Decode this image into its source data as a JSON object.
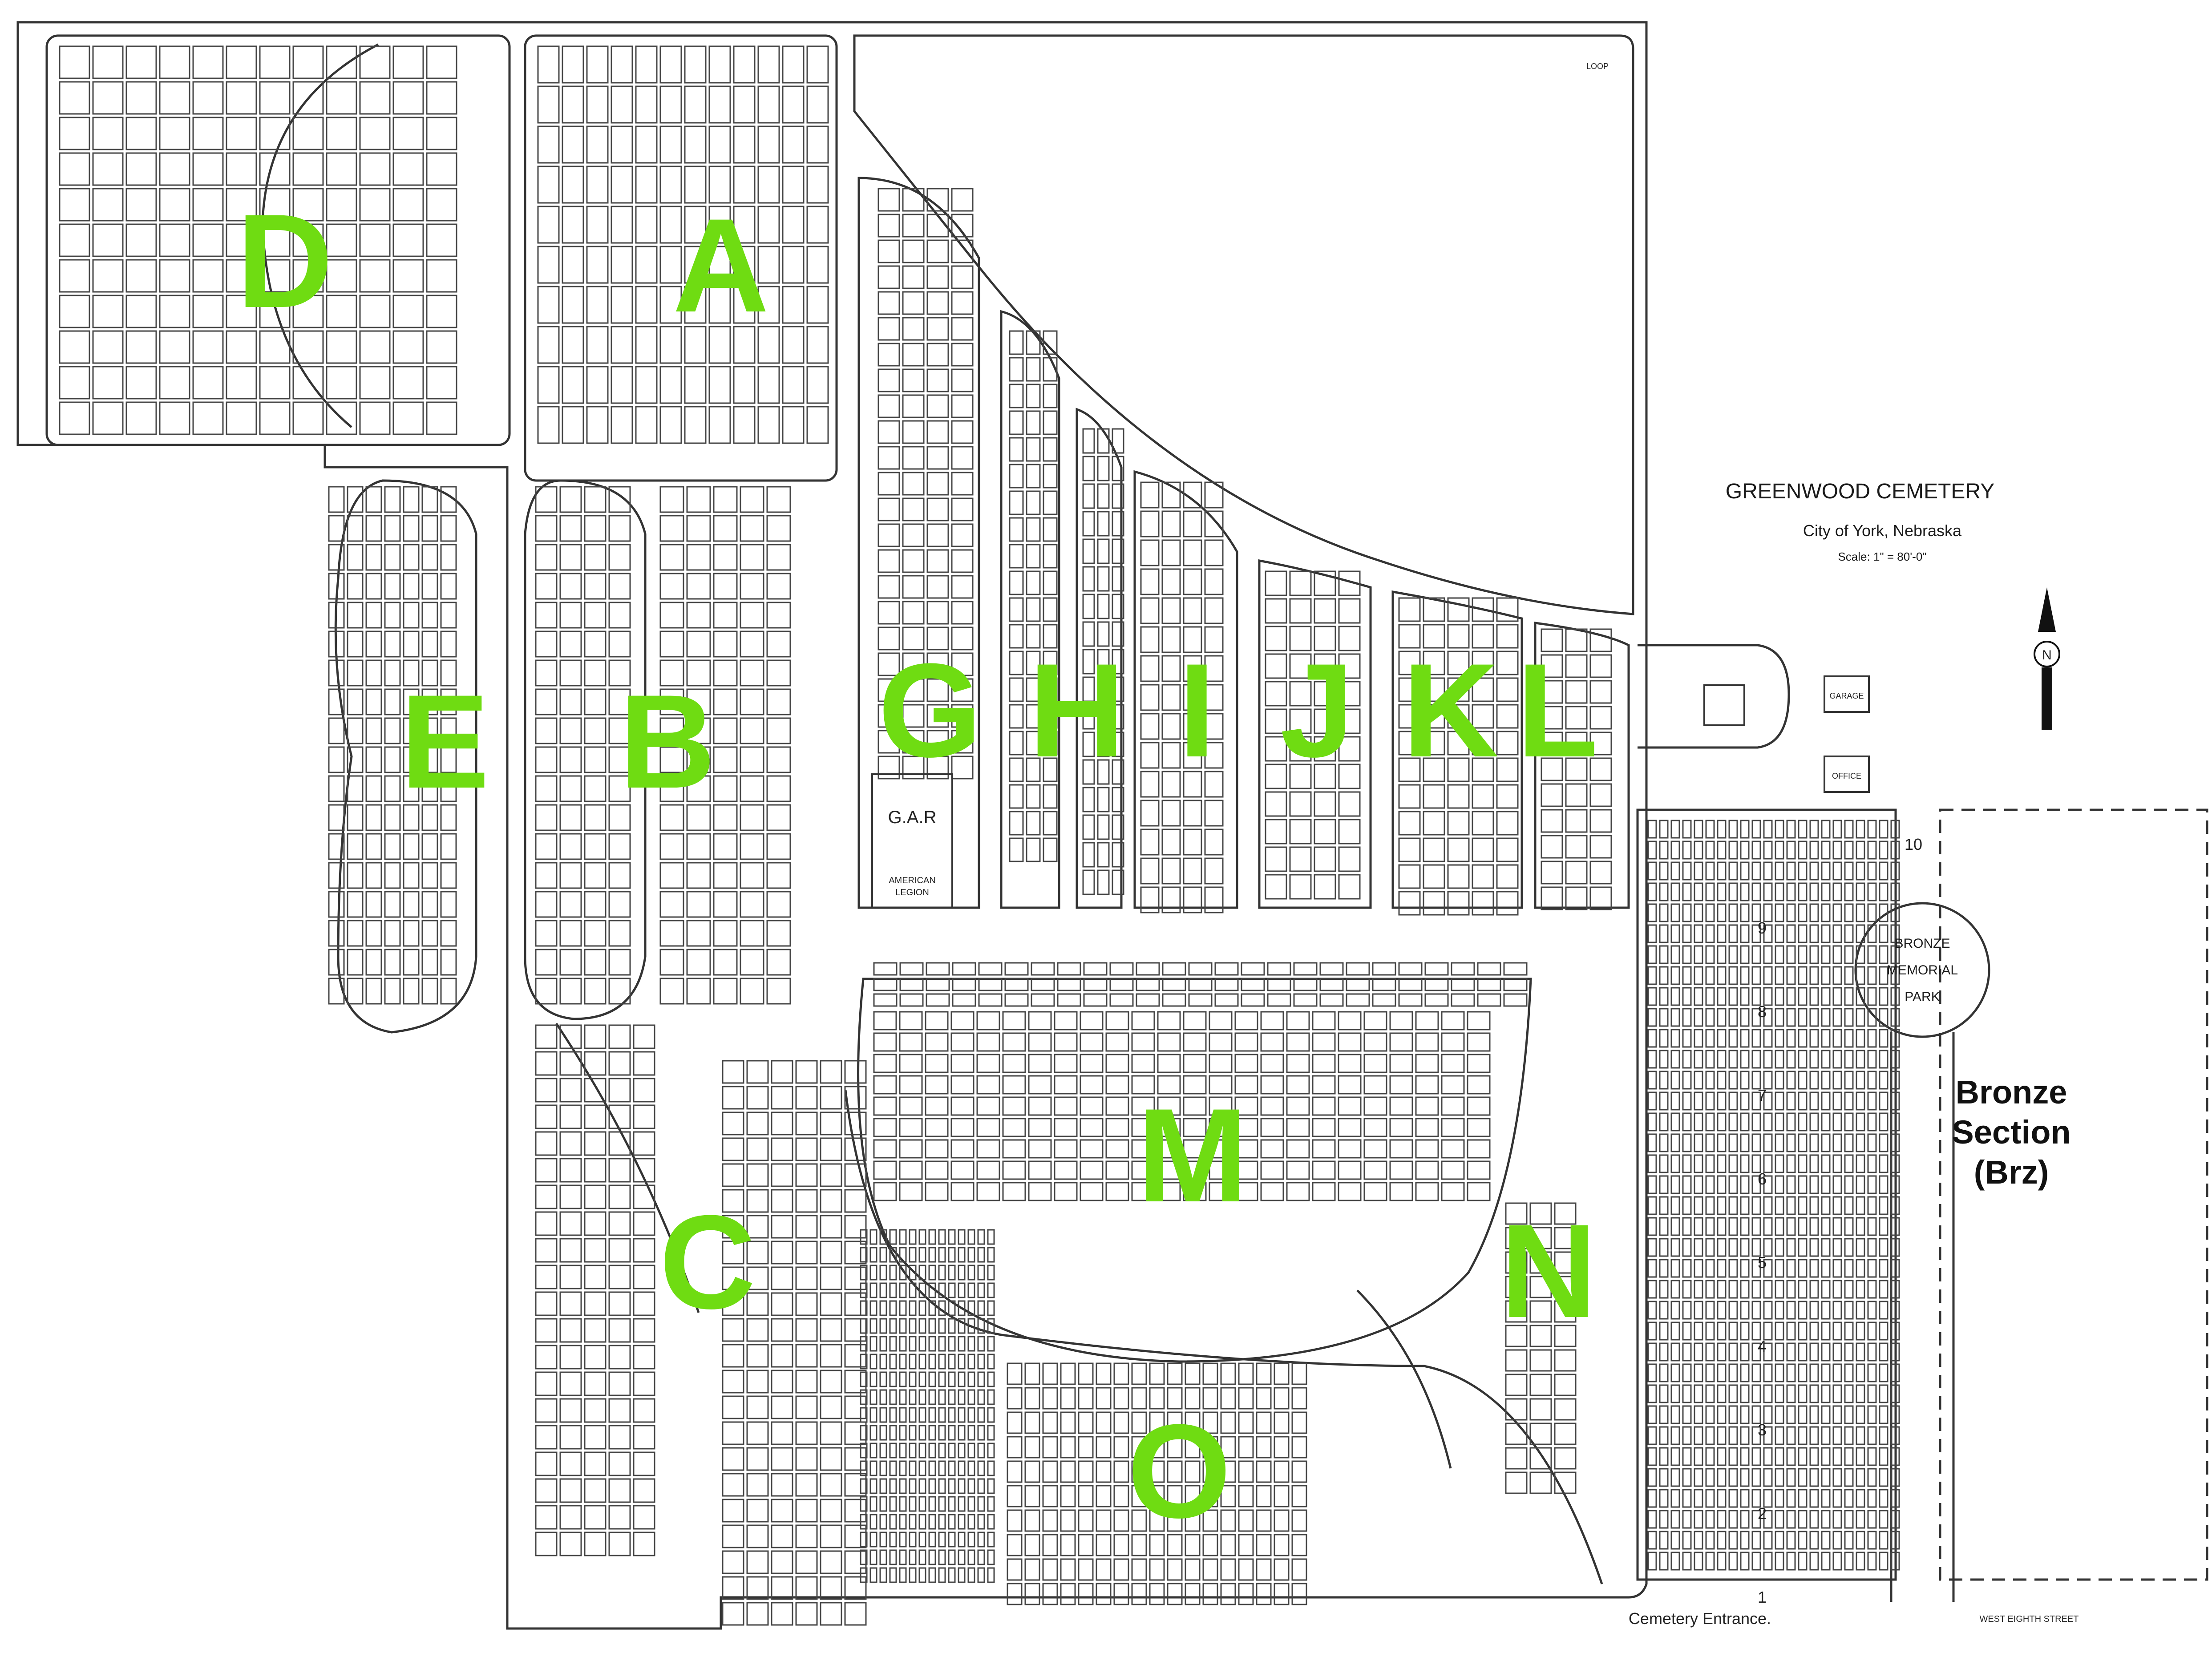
{
  "title": {
    "name": "GREENWOOD CEMETERY",
    "city": "City of York, Nebraska",
    "scale": "Scale:  1\" = 80'-0\""
  },
  "north_label": "N",
  "sections": [
    {
      "id": "A",
      "label": "A"
    },
    {
      "id": "B",
      "label": "B"
    },
    {
      "id": "C",
      "label": "C"
    },
    {
      "id": "D",
      "label": "D"
    },
    {
      "id": "E",
      "label": "E"
    },
    {
      "id": "G",
      "label": "G"
    },
    {
      "id": "H",
      "label": "H"
    },
    {
      "id": "I",
      "label": "I"
    },
    {
      "id": "J",
      "label": "J"
    },
    {
      "id": "K",
      "label": "K"
    },
    {
      "id": "L",
      "label": "L"
    },
    {
      "id": "M",
      "label": "M"
    },
    {
      "id": "N",
      "label": "N"
    },
    {
      "id": "O",
      "label": "O"
    }
  ],
  "landmarks": {
    "gar": "G.A.R",
    "american_legion_1": "AMERICAN",
    "american_legion_2": "LEGION",
    "garage": "GARAGE",
    "office": "OFFICE",
    "bronze_park_1": "BRONZE",
    "bronze_park_2": "MEMORIAL",
    "bronze_park_3": "PARK",
    "bronze_section_1": "Bronze",
    "bronze_section_2": "Section",
    "bronze_section_3": "(Brz)",
    "entrance": "Cemetery Entrance.",
    "street": "WEST EIGHTH STREET",
    "loop": "LOOP"
  },
  "bronze_row_numbers": [
    "10",
    "9",
    "8",
    "7",
    "6",
    "5",
    "4",
    "3",
    "2",
    "1"
  ],
  "colors": {
    "section_label": "#6fdc12",
    "line": "#333333",
    "text": "#1a1a1a"
  }
}
